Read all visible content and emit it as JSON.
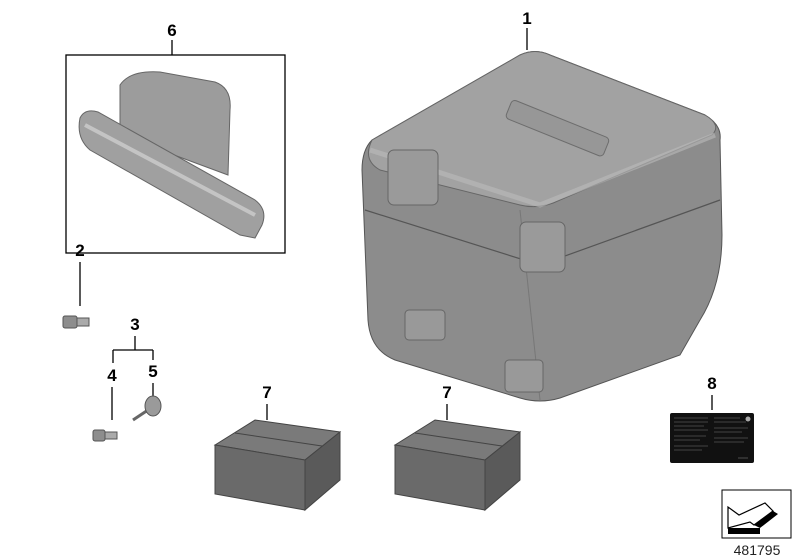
{
  "diagram": {
    "callouts": [
      {
        "number": "1",
        "part": "top-case"
      },
      {
        "number": "2",
        "part": "screw"
      },
      {
        "number": "3",
        "part": "lock-set"
      },
      {
        "number": "4",
        "part": "lock-cylinder"
      },
      {
        "number": "5",
        "part": "key"
      },
      {
        "number": "6",
        "part": "handle-pads"
      },
      {
        "number": "7",
        "part": "box-a"
      },
      {
        "number": "7",
        "part": "box-b"
      },
      {
        "number": "8",
        "part": "information-label"
      }
    ],
    "reference_number": "481795"
  },
  "colors": {
    "case": "#8e8e8e",
    "box": "#6a6a6a",
    "label": "#111111"
  }
}
